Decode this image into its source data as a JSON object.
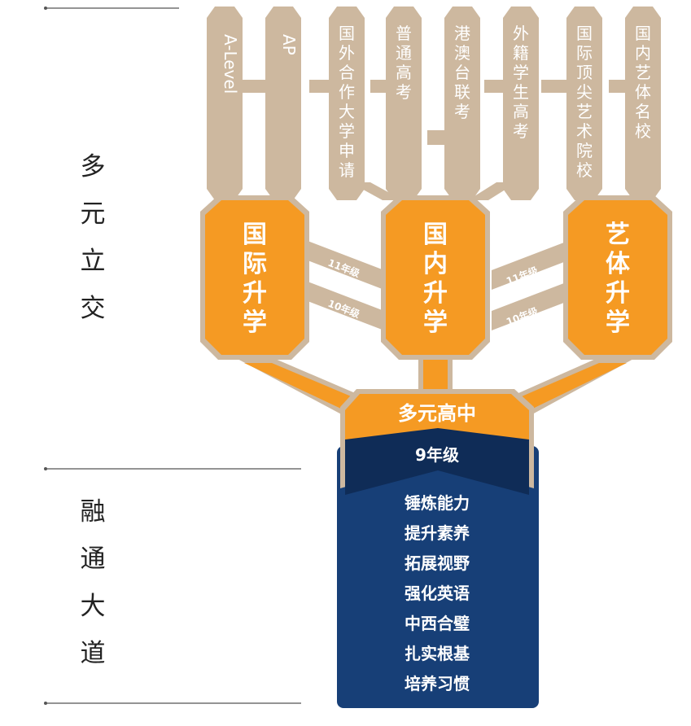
{
  "colors": {
    "tan": "#cdb89f",
    "tan_edge": "#bfa88c",
    "orange": "#f59a23",
    "orange_light": "#fbb450",
    "navy": "#173f77",
    "navy_dark": "#0f2c57",
    "white": "#ffffff",
    "rule": "#555555"
  },
  "side_titles": {
    "top": [
      "多",
      "元",
      "立",
      "交"
    ],
    "bottom": [
      "融",
      "通",
      "大",
      "道"
    ]
  },
  "pathways": [
    {
      "label": "A-Level",
      "rotated": true
    },
    {
      "label": "AP",
      "rotated": true
    },
    {
      "label": "国外合作大学申请",
      "rotated": false
    },
    {
      "label": "普通高考",
      "rotated": false
    },
    {
      "label": "港澳台联考",
      "rotated": false
    },
    {
      "label": "外籍学生高考",
      "rotated": false
    },
    {
      "label": "国际顶尖艺术院校",
      "rotated": false
    },
    {
      "label": "国内艺体名校",
      "rotated": false
    }
  ],
  "tracks": [
    {
      "label": [
        "国",
        "际",
        "升",
        "学"
      ]
    },
    {
      "label": [
        "国",
        "内",
        "升",
        "学"
      ]
    },
    {
      "label": [
        "艺",
        "体",
        "升",
        "学"
      ]
    }
  ],
  "bridges": [
    {
      "upper": "11年级",
      "lower": "10年级"
    },
    {
      "upper": "11年级",
      "lower": "10年级"
    }
  ],
  "hub": {
    "label": "多元高中"
  },
  "base": {
    "grade": "9年级",
    "items": [
      "锤炼能力",
      "提升素养",
      "拓展视野",
      "强化英语",
      "中西合璧",
      "扎实根基",
      "培养习惯"
    ]
  }
}
